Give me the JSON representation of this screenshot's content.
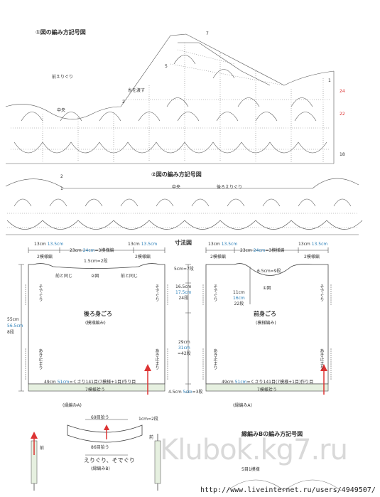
{
  "diagram1": {
    "title": "①図の編み方記号図",
    "labels": {
      "front_neck": "前えりぐり",
      "center": "中央",
      "attach_yarn": "糸を渡す",
      "rows": [
        "7",
        "5",
        "2",
        "24",
        "22",
        "1",
        "18"
      ]
    }
  },
  "diagram2": {
    "title": "②図の編み方記号図",
    "labels": {
      "center": "中央",
      "back_neck": "後ろえりぐり",
      "rows": [
        "2",
        "1"
      ]
    }
  },
  "dimensions": {
    "title": "寸法図",
    "back": {
      "top_left": "13cm",
      "top_left_blue": "13.5cm",
      "top_left_sub": "2模様編",
      "top_center": "23cm",
      "top_center_blue": "24cm",
      "top_center_sub": "=3模様編",
      "top_right": "13cm",
      "top_right_blue": "13.5cm",
      "top_right_sub": "2模様編",
      "neck": "1.5cm=2段",
      "fig_label": "②図",
      "left_small": "前と同じ",
      "right_small": "前と同じ",
      "body_title": "後ろ身ごろ",
      "body_sub": "(模様編み)",
      "side_left": "55cm",
      "side_left_blue": "56.5cm",
      "side_left_sub": "8段",
      "armhole_left": "そでぐり",
      "armhole_right": "そでぐり",
      "slit_left": "あき止まり",
      "slit_right": "あき止まり",
      "bottom": "49cm",
      "bottom_blue": "51cm",
      "bottom_rest": "=くさり141目(7模様+1目)作り目",
      "hem": "7模様拾う",
      "border": "(縁編みA)"
    },
    "middle": {
      "m1": "5cm=7段",
      "m2": "16.5cm",
      "m2_blue": "17.5cm",
      "m2_sub": "24段",
      "m3": "29cm",
      "m3_blue": "31cm",
      "m3_sub": "=42段",
      "m4": "4.5cm",
      "m4_blue": "5cm",
      "m4_sub": "=3段"
    },
    "front": {
      "top_left": "13cm",
      "top_left_blue": "13.5cm",
      "top_left_sub": "2模様編",
      "top_center": "23cm",
      "top_center_blue": "24cm",
      "top_center_sub": "=3模様編",
      "top_right": "13cm",
      "top_right_blue": "13.5cm",
      "top_right_sub": "2模様編",
      "neck": "6.5cm=9段",
      "fig_label": "①図",
      "depth": "11cm",
      "depth_blue": "16cm",
      "depth_sub": "22段",
      "body_title": "前身ごろ",
      "body_sub": "(模様編み)",
      "armhole_left": "そでぐり",
      "armhole_right": "そでぐり",
      "slit_left": "あき止まり",
      "slit_right": "あき止まり",
      "bottom": "49cm",
      "bottom_blue": "51cm",
      "bottom_rest": "=くさり141目(7模様+1目)作り目",
      "hem": "7模様拾う",
      "border": "(縁編みA)"
    },
    "neckband": {
      "top": "69目拾う",
      "right": "1cm=2段",
      "bottom": "86目拾う",
      "title": "えりぐり、そでぐり",
      "sub": "(縁編みB)",
      "side_left": "前",
      "side_right": "前"
    },
    "border_b": {
      "title": "縁編みBの編み方記号図",
      "sub": "5目1模様"
    }
  },
  "watermark": "Klubok.kg7.ru",
  "source_url": "http://www.liveinternet.ru/users/4949507/"
}
